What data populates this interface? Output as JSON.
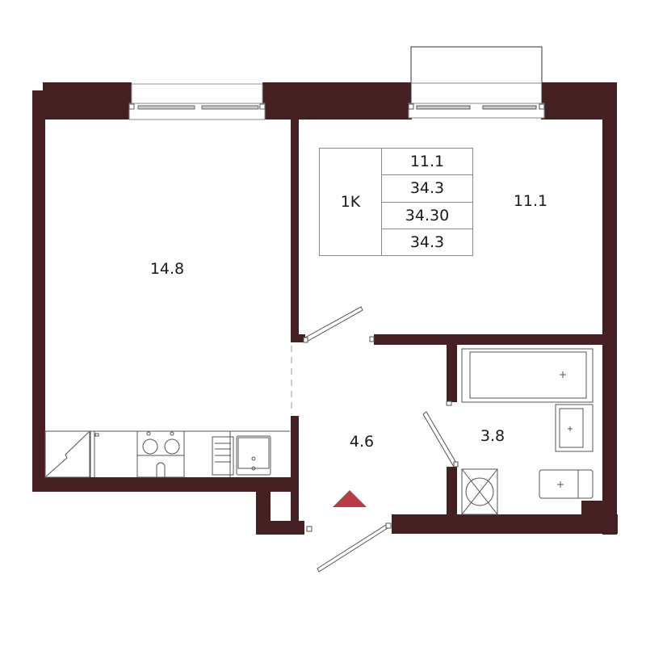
{
  "plan": {
    "wall_color": "#452023",
    "entrance_marker_color": "#b83c46",
    "rooms": [
      {
        "id": "room-left",
        "area": "14.8"
      },
      {
        "id": "room-right",
        "area": "11.1"
      },
      {
        "id": "hallway",
        "area": "4.6"
      },
      {
        "id": "bathroom",
        "area": "3.8"
      }
    ],
    "info_table": {
      "type_label": "1K",
      "values": [
        "11.1",
        "34.3",
        "34.30",
        "34.3"
      ]
    }
  }
}
